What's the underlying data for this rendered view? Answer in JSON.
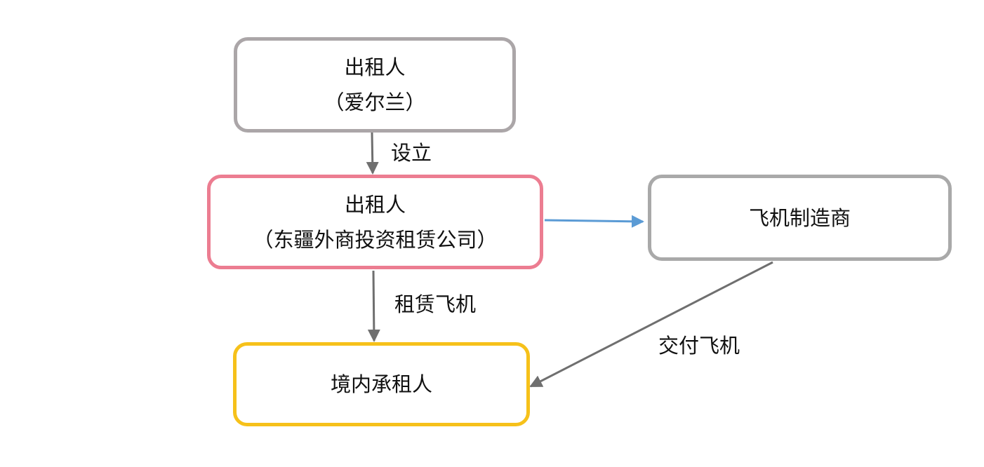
{
  "nodes": {
    "lessor_ireland": {
      "line1": "出租人",
      "line2": "（爱尔兰）"
    },
    "lessor_dongjiang": {
      "line1": "出租人",
      "line2": "（东疆外商投资租赁公司）"
    },
    "manufacturer": {
      "label": "飞机制造商"
    },
    "domestic_lessee": {
      "label": "境内承租人"
    }
  },
  "edges": {
    "establish": "设立",
    "lease_aircraft": "租赁飞机",
    "deliver_aircraft": "交付飞机"
  },
  "colors": {
    "lessor_ireland_border": "#aba6a8",
    "lessor_dongjiang_border": "#ec7d91",
    "manufacturer_border": "#a9a9a9",
    "domestic_lessee_border": "#f6c11a",
    "gray_arrow": "#6f6f6f",
    "blue_arrow": "#5b9bd5"
  }
}
